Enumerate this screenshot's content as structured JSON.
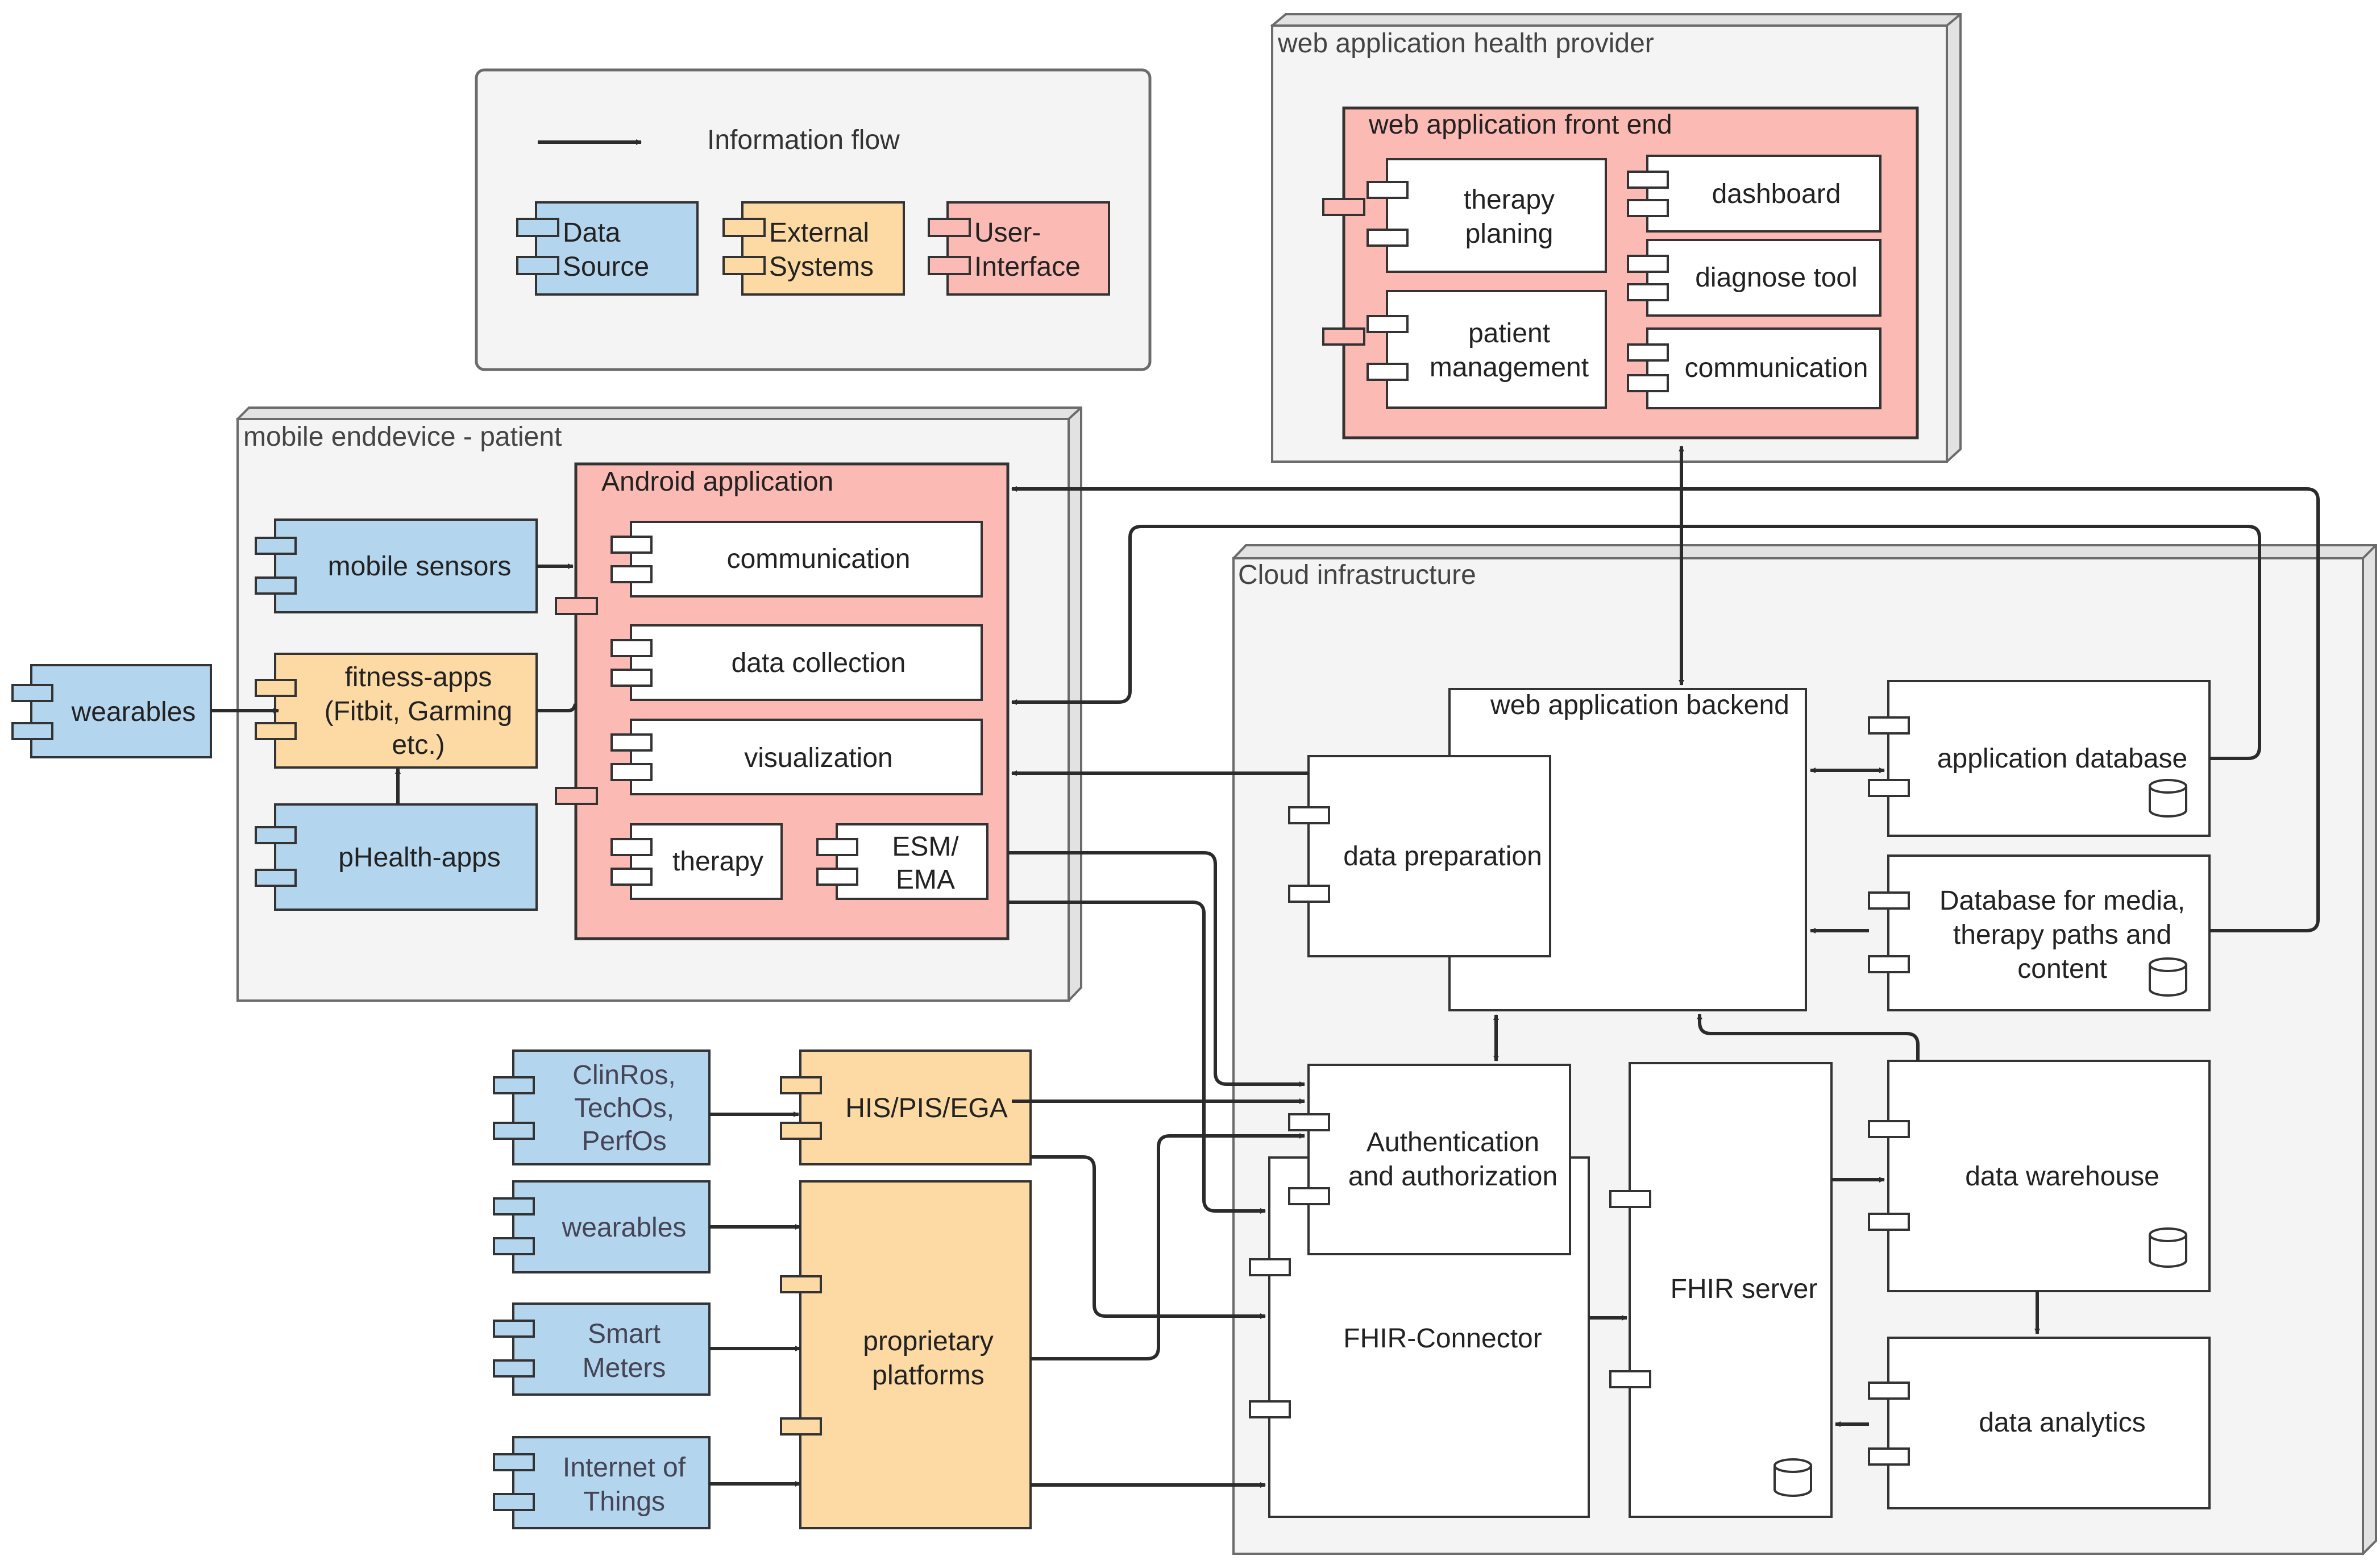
{
  "colors": {
    "data_source": "#b4d5ee",
    "external_system": "#fdd9a4",
    "user_interface": "#fbbab3",
    "component": "#ffffff",
    "container": "#f4f4f4",
    "stroke": "#333333",
    "arrow": "#2b2b2b"
  },
  "legend": {
    "flow_label": "Information flow",
    "data_source": [
      "Data",
      "Source"
    ],
    "external_systems": [
      "External",
      "Systems"
    ],
    "user_interface": [
      "User-",
      "Interface"
    ]
  },
  "containers": {
    "web_provider": "web application health provider",
    "web_frontend": "web application front end",
    "mobile_device": "mobile enddevice - patient",
    "android_app": "Android application",
    "cloud": "Cloud infrastructure",
    "web_backend": "web application backend"
  },
  "frontend_components": {
    "therapy_planing": [
      "therapy",
      "planing"
    ],
    "patient_management": [
      "patient",
      "management"
    ],
    "dashboard": [
      "dashboard"
    ],
    "diagnose_tool": [
      "diagnose tool"
    ],
    "communication": [
      "communication"
    ]
  },
  "mobile_components": {
    "wearables": [
      "wearables"
    ],
    "mobile_sensors": [
      "mobile sensors"
    ],
    "fitness_apps": [
      "fitness-apps",
      "(Fitbit, Garming",
      "etc.)"
    ],
    "phealth_apps": [
      "pHealth-apps"
    ]
  },
  "android_components": {
    "communication": [
      "communication"
    ],
    "data_collection": [
      "data collection"
    ],
    "visualization": [
      "visualization"
    ],
    "therapy": [
      "therapy"
    ],
    "esm_ema": [
      "ESM/",
      "EMA"
    ]
  },
  "source_components": {
    "clinros": [
      "ClinRos,",
      "TechOs,",
      "PerfOs"
    ],
    "wearables": [
      "wearables"
    ],
    "smart_meters": [
      "Smart",
      "Meters"
    ],
    "iot": [
      "Internet of",
      "Things"
    ],
    "his": [
      "HIS/PIS/EGA"
    ],
    "proprietary": [
      "proprietary",
      "platforms"
    ]
  },
  "cloud_components": {
    "data_preparation": [
      "data preparation"
    ],
    "application_database": [
      "application database"
    ],
    "media_database": [
      "Database for media,",
      "therapy paths and",
      "content"
    ],
    "authentication": [
      "Authentication",
      "and authorization"
    ],
    "fhir_connector": [
      "FHIR-Connector"
    ],
    "fhir_server": [
      "FHIR server"
    ],
    "data_warehouse": [
      "data warehouse"
    ],
    "data_analytics": [
      "data analytics"
    ]
  }
}
